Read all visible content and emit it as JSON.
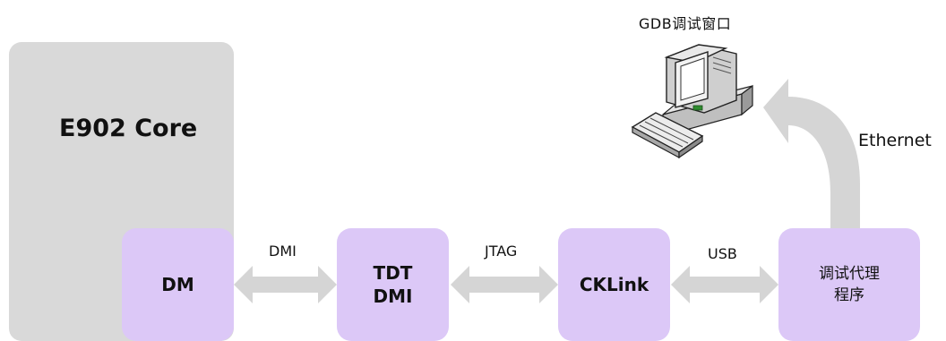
{
  "diagram": {
    "core": {
      "label": "E902 Core"
    },
    "nodes": {
      "dm": "DM",
      "tdt_dmi": "TDT\nDMI",
      "cklink": "CKLink",
      "debug_agent": "调试代理\n程序"
    },
    "links": {
      "dmi": "DMI",
      "jtag": "JTAG",
      "usb": "USB",
      "ethernet": "Ethernet"
    },
    "gdb_window": {
      "label": "GDB调试窗口",
      "icon": "desktop-computer-icon"
    },
    "colors": {
      "core_fill": "#d9d9d9",
      "node_fill": "#dcc8f7",
      "arrow_fill": "#d5d5d5"
    }
  }
}
